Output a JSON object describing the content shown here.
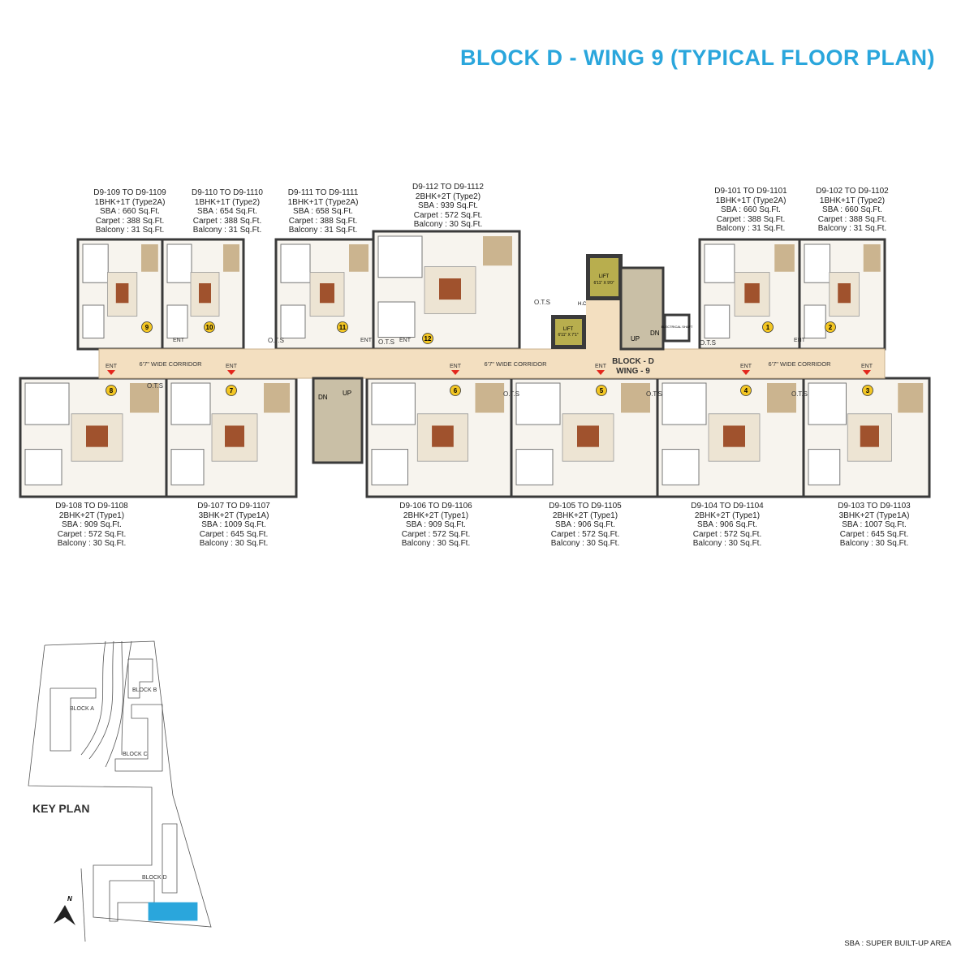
{
  "title": "BLOCK D - WING 9 (TYPICAL FLOOR PLAN)",
  "units": [
    {
      "no": "9",
      "range": "D9-109 TO D9-1109",
      "type": "1BHK+1T (Type2A)",
      "sba": "SBA : 660 Sq.Ft.",
      "carpet": "Carpet : 388 Sq.Ft.",
      "balcony": "Balcony : 31 Sq.Ft."
    },
    {
      "no": "10",
      "range": "D9-110 TO D9-1110",
      "type": "1BHK+1T (Type2)",
      "sba": "SBA : 654 Sq.Ft.",
      "carpet": "Carpet : 388 Sq.Ft.",
      "balcony": "Balcony : 31 Sq.Ft."
    },
    {
      "no": "11",
      "range": "D9-111 TO D9-1111",
      "type": "1BHK+1T (Type2A)",
      "sba": "SBA : 658 Sq.Ft.",
      "carpet": "Carpet : 388 Sq.Ft.",
      "balcony": "Balcony : 31 Sq.Ft."
    },
    {
      "no": "12",
      "range": "D9-112 TO D9-1112",
      "type": "2BHK+2T (Type2)",
      "sba": "SBA : 939 Sq.Ft.",
      "carpet": "Carpet : 572 Sq.Ft.",
      "balcony": "Balcony : 30 Sq.Ft."
    },
    {
      "no": "1",
      "range": "D9-101 TO D9-1101",
      "type": "1BHK+1T (Type2A)",
      "sba": "SBA : 660 Sq.Ft.",
      "carpet": "Carpet : 388 Sq.Ft.",
      "balcony": "Balcony : 31 Sq.Ft."
    },
    {
      "no": "2",
      "range": "D9-102 TO D9-1102",
      "type": "1BHK+1T (Type2)",
      "sba": "SBA : 660 Sq.Ft.",
      "carpet": "Carpet : 388 Sq.Ft.",
      "balcony": "Balcony : 31 Sq.Ft."
    },
    {
      "no": "8",
      "range": "D9-108 TO D9-1108",
      "type": "2BHK+2T (Type1)",
      "sba": "SBA : 909 Sq.Ft.",
      "carpet": "Carpet : 572 Sq.Ft.",
      "balcony": "Balcony : 30 Sq.Ft."
    },
    {
      "no": "7",
      "range": "D9-107 TO D9-1107",
      "type": "3BHK+2T (Type1A)",
      "sba": "SBA : 1009 Sq.Ft.",
      "carpet": "Carpet : 645 Sq.Ft.",
      "balcony": "Balcony : 30 Sq.Ft."
    },
    {
      "no": "6",
      "range": "D9-106 TO D9-1106",
      "type": "2BHK+2T (Type1)",
      "sba": "SBA : 909 Sq.Ft.",
      "carpet": "Carpet : 572 Sq.Ft.",
      "balcony": "Balcony : 30 Sq.Ft."
    },
    {
      "no": "5",
      "range": "D9-105 TO D9-1105",
      "type": "2BHK+2T (Type1)",
      "sba": "SBA : 906 Sq.Ft.",
      "carpet": "Carpet : 572 Sq.Ft.",
      "balcony": "Balcony : 30 Sq.Ft."
    },
    {
      "no": "4",
      "range": "D9-104 TO D9-1104",
      "type": "2BHK+2T (Type1)",
      "sba": "SBA : 906 Sq.Ft.",
      "carpet": "Carpet : 572 Sq.Ft.",
      "balcony": "Balcony : 30 Sq.Ft."
    },
    {
      "no": "3",
      "range": "D9-103 TO D9-1103",
      "type": "3BHK+2T (Type1A)",
      "sba": "SBA : 1007 Sq.Ft.",
      "carpet": "Carpet : 645 Sq.Ft.",
      "balcony": "Balcony : 30 Sq.Ft."
    }
  ],
  "plan": {
    "corridor": "6'7\" WIDE CORRIDOR",
    "ent": "ENT",
    "ots": "O.T.S",
    "lift1": "LIFT",
    "lift1_size": "6'11\" X 9'0\"",
    "lift2": "LIFT",
    "lift2_size": "6'11\" X 7'1\"",
    "up": "UP",
    "dn": "DN",
    "block": "BLOCK - D",
    "wing": "WING - 9",
    "electrical_shaft": "ELECTRICAL SHAFT",
    "hc": "H.C"
  },
  "key_plan": {
    "label": "KEY PLAN",
    "blocks": [
      "BLOCK A",
      "BLOCK B",
      "BLOCK C",
      "BLOCK D"
    ],
    "north": "N"
  },
  "colors": {
    "title": "#2aa6dc",
    "corridor": "#f3dfc0",
    "wall": "#3a3a3a",
    "highlight": "#2aa6dc",
    "marker": "#f3c623",
    "arrow": "#e3261c"
  },
  "legend": "SBA : SUPER BUILT-UP AREA"
}
